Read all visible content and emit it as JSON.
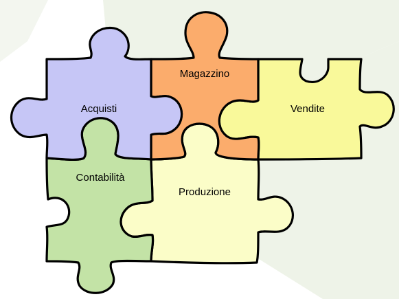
{
  "pieces": {
    "acquisti": {
      "label": "Acquisti",
      "color": "#c6c6f6"
    },
    "magazzino": {
      "label": "Magazzino",
      "color": "#fbac6c"
    },
    "vendite": {
      "label": "Vendite",
      "color": "#f9f99a"
    },
    "contabilita": {
      "label": "Contabilità",
      "color": "#c3e3a6"
    },
    "produzione": {
      "label": "Produzione",
      "color": "#fbfdc8"
    }
  },
  "background": {
    "shape_color": "#eef3e8"
  }
}
